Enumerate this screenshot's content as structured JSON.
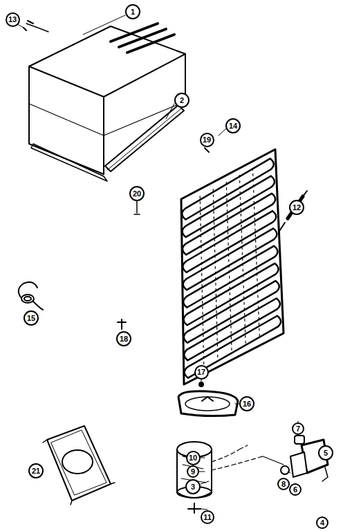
{
  "diagram": {
    "nodes": [
      {
        "text": [
          "1"
        ]
      },
      {
        "text": [
          "2"
        ]
      },
      {
        "text": [
          "3"
        ]
      },
      {
        "text": [
          "4"
        ]
      },
      {
        "text": [
          "5"
        ]
      },
      {
        "text": [
          "6"
        ]
      },
      {
        "text": [
          "7"
        ]
      },
      {
        "text": [
          "8"
        ]
      },
      {
        "text": [
          "9"
        ]
      },
      {
        "text": [
          "10"
        ]
      },
      {
        "text": [
          "11"
        ]
      },
      {
        "text": [
          "12"
        ]
      },
      {
        "text": [
          "13"
        ]
      },
      {
        "text": [
          "14"
        ]
      },
      {
        "text": [
          "15"
        ]
      },
      {
        "text": [
          "16"
        ]
      },
      {
        "text": [
          "17"
        ]
      },
      {
        "text": [
          "18"
        ]
      },
      {
        "text": [
          "19"
        ]
      },
      {
        "text": [
          "20"
        ]
      },
      {
        "text": [
          "21"
        ]
      }
    ]
  }
}
